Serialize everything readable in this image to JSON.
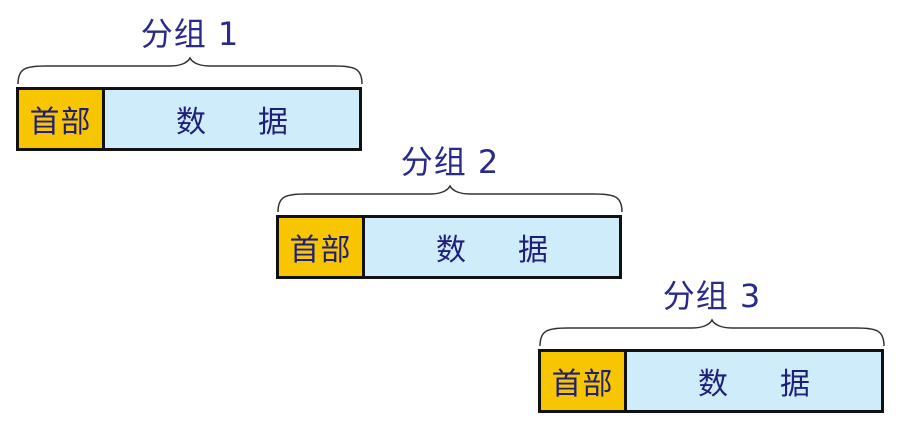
{
  "colors": {
    "header_fill": "#f7c600",
    "data_fill": "#cfecfb",
    "text": "#1f1f7a",
    "border": "#111111"
  },
  "packets": [
    {
      "label": "分组 1",
      "header": "首部",
      "data": "数据"
    },
    {
      "label": "分组 2",
      "header": "首部",
      "data": "数据"
    },
    {
      "label": "分组 3",
      "header": "首部",
      "data": "数据"
    }
  ]
}
